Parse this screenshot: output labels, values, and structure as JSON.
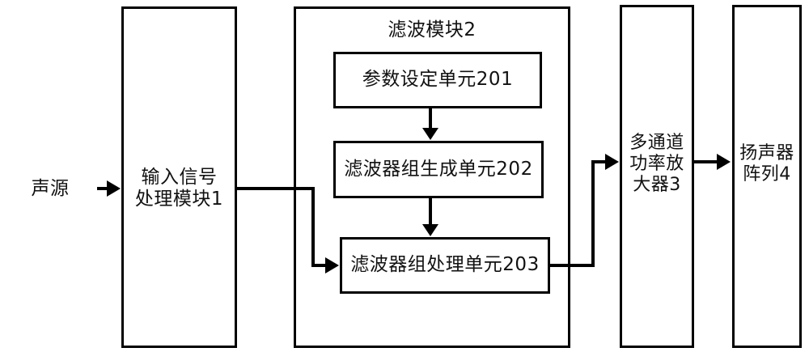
{
  "diagram": {
    "title": "滤波模块2",
    "source_label": "声源",
    "blocks": {
      "input_module": {
        "label": "输入信号\n处理模块1"
      },
      "filter_module": {
        "label": "滤波模块2"
      },
      "param_unit": {
        "label": "参数设定单元201"
      },
      "filter_gen_unit": {
        "label": "滤波器组生成单元202"
      },
      "filter_proc_unit": {
        "label": "滤波器组处理单元203"
      },
      "amplifier": {
        "label": "多通道\n功率放\n大器3"
      },
      "speaker_array": {
        "label": "扬声器\n阵列4"
      }
    },
    "colors": {
      "stroke": "#000000",
      "background": "#ffffff",
      "text": "#111111"
    },
    "connections": [
      {
        "from": "声源",
        "to": "输入信号处理模块1"
      },
      {
        "from": "输入信号处理模块1",
        "to": "滤波器组处理单元203"
      },
      {
        "from": "参数设定单元201",
        "to": "滤波器组生成单元202"
      },
      {
        "from": "滤波器组生成单元202",
        "to": "滤波器组处理单元203"
      },
      {
        "from": "滤波器组处理单元203",
        "to": "多通道功率放大器3"
      },
      {
        "from": "多通道功率放大器3",
        "to": "扬声器阵列4"
      }
    ]
  }
}
